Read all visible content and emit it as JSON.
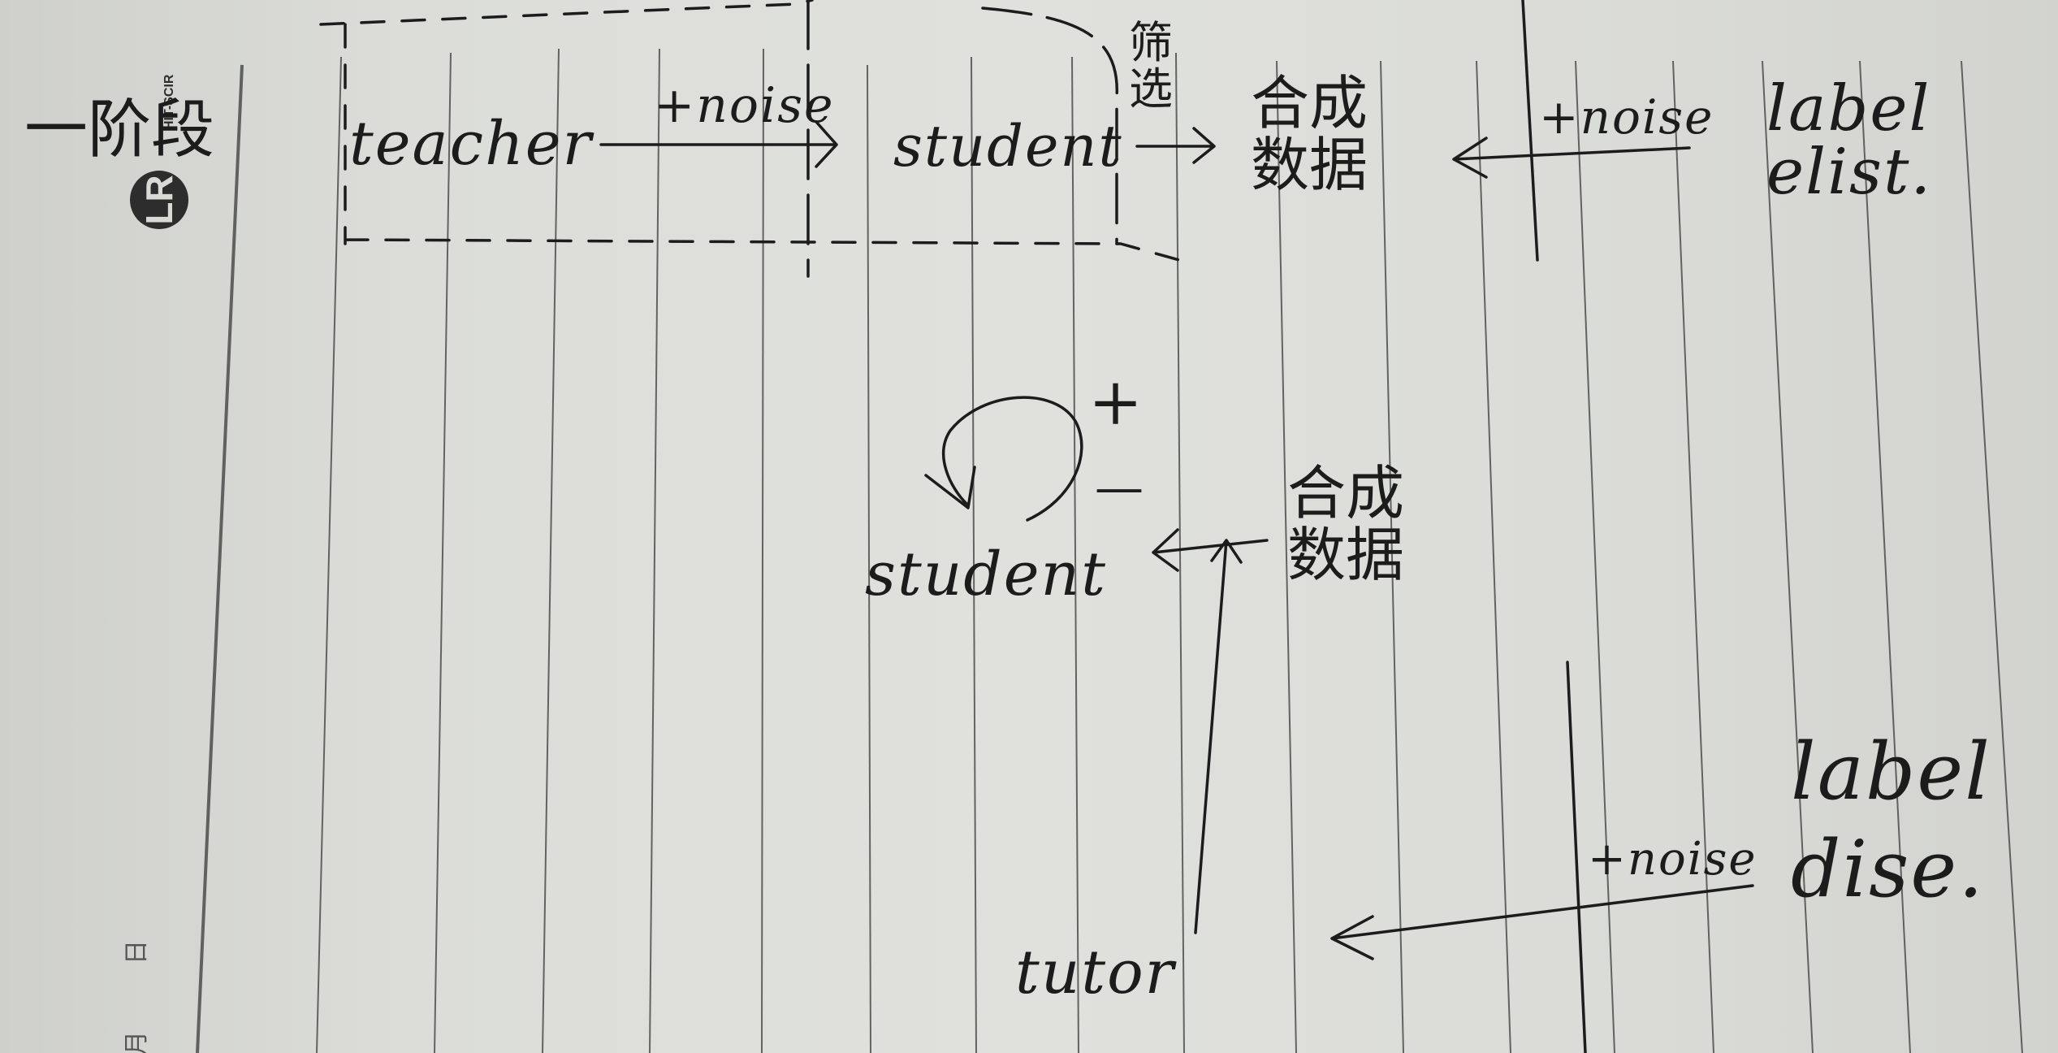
{
  "logo": {
    "mark": "LR",
    "sub": "HIT-SCIR"
  },
  "stage1": {
    "stage_label": "一阶段",
    "teacher": "teacher",
    "noise_top": "+noise",
    "student": "student",
    "filter": "筛选",
    "synthetic_data": "合成数据",
    "noise_right": "+noise",
    "label_elist": "label elist."
  },
  "stage2": {
    "plus": "+",
    "minus": "—",
    "student": "student",
    "synthetic_data": "合成数据",
    "tutor": "tutor",
    "noise": "+noise",
    "label_dise": "label dise."
  },
  "margin": {
    "mark1": "日",
    "mark2": "月"
  }
}
